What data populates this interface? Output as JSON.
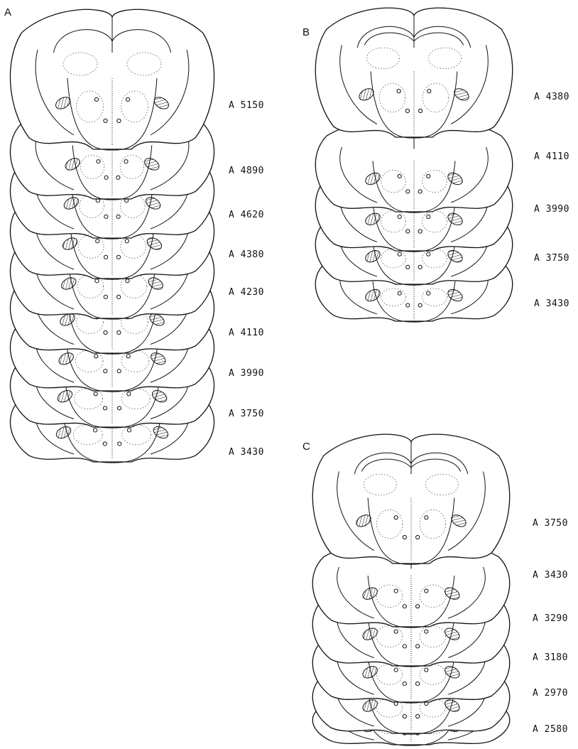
{
  "panels": [
    {
      "letter": "A",
      "sections": [
        "A 5150",
        "A 4890",
        "A 4620",
        "A 4380",
        "A 4230",
        "A 4110",
        "A 3990",
        "A 3750",
        "A 3430"
      ]
    },
    {
      "letter": "B",
      "sections": [
        "A 4380",
        "A 4110",
        "A 3990",
        "A 3750",
        "A 3430"
      ]
    },
    {
      "letter": "C",
      "sections": [
        "A 3750",
        "A 3430",
        "A 3290",
        "A 3180",
        "A 2970",
        "A 2580"
      ]
    }
  ],
  "icons": {
    "lesion": "hatched-lesion-area",
    "section": "coronal-brain-section-outline"
  }
}
